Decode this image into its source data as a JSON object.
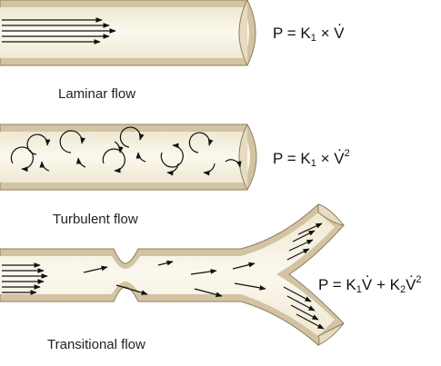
{
  "colors": {
    "wall": "#d2c4a3",
    "wall_edge": "#8f7d5a",
    "lumen": "#f7f3e6",
    "arrow": "#111111"
  },
  "labels": {
    "laminar": "Laminar flow",
    "turbulent": "Turbulent flow",
    "transitional": "Transitional flow"
  },
  "equations": {
    "laminar": {
      "lhs": "P = K",
      "sub1": "1",
      "times": " × ",
      "var": "V"
    },
    "turbulent": {
      "lhs": "P = K",
      "sub1": "1",
      "times": " × ",
      "var": "V",
      "exp": "2"
    },
    "transitional": {
      "lhs": "P = K",
      "sub1": "1",
      "var1": "V",
      "plus": "  +  K",
      "sub2": "2",
      "var2": "V",
      "exp": "2"
    }
  }
}
